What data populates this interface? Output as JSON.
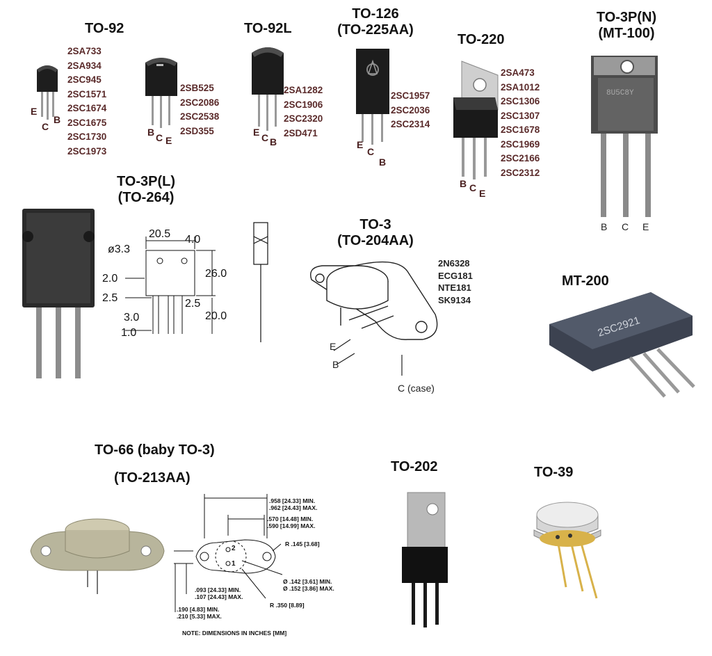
{
  "packages": {
    "to92": {
      "title": "TO-92",
      "parts": [
        "2SA733",
        "2SA934",
        "2SC945",
        "2SC1571",
        "2SC1674",
        "2SC1675",
        "2SC1730",
        "2SC1973"
      ],
      "pins": [
        "E",
        "C",
        "B"
      ]
    },
    "to92b": {
      "parts": [
        "2SB525",
        "2SC2086",
        "2SC2538",
        "2SD355"
      ],
      "pins": [
        "B",
        "C",
        "E"
      ]
    },
    "to92l": {
      "title": "TO-92L",
      "parts": [
        "2SA1282",
        "2SC1906",
        "2SC2320",
        "2SD471"
      ],
      "pins": [
        "E",
        "C",
        "B"
      ]
    },
    "to126": {
      "title": "TO-126",
      "subtitle": "(TO-225AA)",
      "parts": [
        "2SC1957",
        "2SC2036",
        "2SC2314"
      ],
      "pins": [
        "E",
        "C",
        "B"
      ]
    },
    "to220": {
      "title": "TO-220",
      "parts": [
        "2SA473",
        "2SA1012",
        "2SC1306",
        "2SC1307",
        "2SC1678",
        "2SC1969",
        "2SC2166",
        "2SC2312"
      ],
      "pins": [
        "B",
        "C",
        "E"
      ]
    },
    "to3pn": {
      "title": "TO-3P(N)",
      "subtitle": "(MT-100)",
      "pins": [
        "B",
        "C",
        "E"
      ]
    },
    "to3pl": {
      "title": "TO-3P(L)",
      "subtitle": "(TO-264)",
      "dims": {
        "d1": "20.5",
        "d2": "4.0",
        "d3": "ø3.3",
        "d4": "26.0",
        "d5": "2.0",
        "d6": "2.5",
        "d7": "2.5",
        "d8": "3.0",
        "d9": "20.0",
        "d10": "1.0"
      }
    },
    "to3": {
      "title": "TO-3",
      "subtitle": "(TO-204AA)",
      "parts": [
        "2N6328",
        "ECG181",
        "NTE181",
        "SK9134"
      ],
      "pins": [
        "E",
        "B",
        "C (case)"
      ]
    },
    "mt200": {
      "title": "MT-200"
    },
    "to66": {
      "title": "TO-66 (baby TO-3)",
      "subtitle": "(TO-213AA)",
      "dims": [
        ".958 [24.33] MIN.",
        ".962 [24.43] MAX.",
        ".570 [14.48] MIN.",
        ".590 [14.99] MAX.",
        "R .145 [3.68]",
        "Ø .142 [3.61] MIN.",
        "Ø .152 [3.86] MAX.",
        ".093 [24.33] MIN.",
        ".107 [24.43] MAX.",
        "R .350 [8.89]",
        ".190 [4.83] MIN.",
        ".210 [5.33] MAX."
      ],
      "pinlabels": [
        "2",
        "1"
      ],
      "note": "NOTE: DIMENSIONS IN INCHES [MM]"
    },
    "to202": {
      "title": "TO-202"
    },
    "to39": {
      "title": "TO-39"
    }
  },
  "colors": {
    "text": "#111111",
    "partnum": "#5a2a2a",
    "body": "#1c1c1c",
    "metal": "#c8c8c8",
    "gold": "#d8b24a"
  }
}
